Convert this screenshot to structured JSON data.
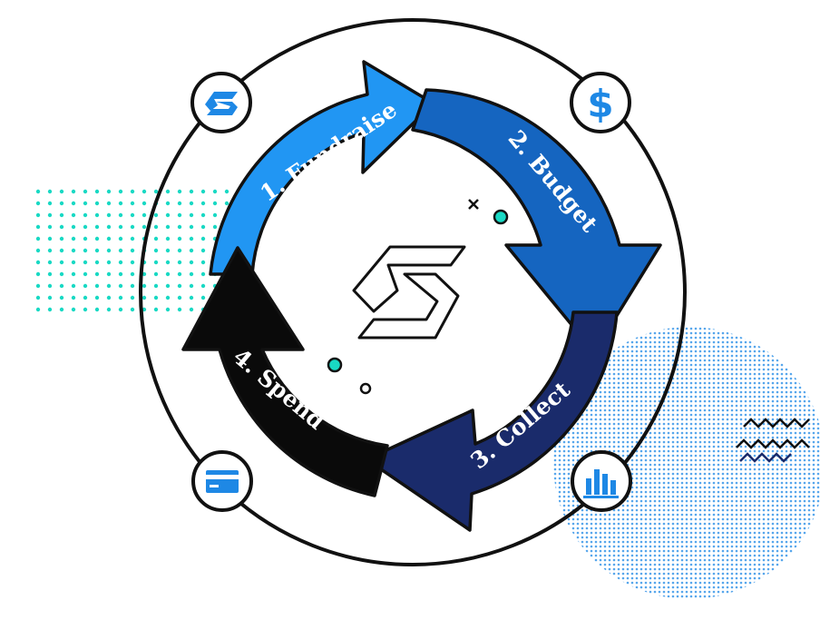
{
  "diagram": {
    "steps": [
      {
        "label": "1. Fundraise",
        "color": "#2196f3"
      },
      {
        "label": "2. Budget",
        "color": "#1565c0"
      },
      {
        "label": "3. Collect",
        "color": "#1a2b6b"
      },
      {
        "label": "4. Spend",
        "color": "#0a0a0a"
      }
    ],
    "icons": [
      "logo-s-icon",
      "dollar-icon",
      "bar-chart-icon",
      "credit-card-icon"
    ],
    "colors": {
      "accent": "#1e88e5",
      "teal": "#19d9c4",
      "outline": "#111111"
    }
  }
}
